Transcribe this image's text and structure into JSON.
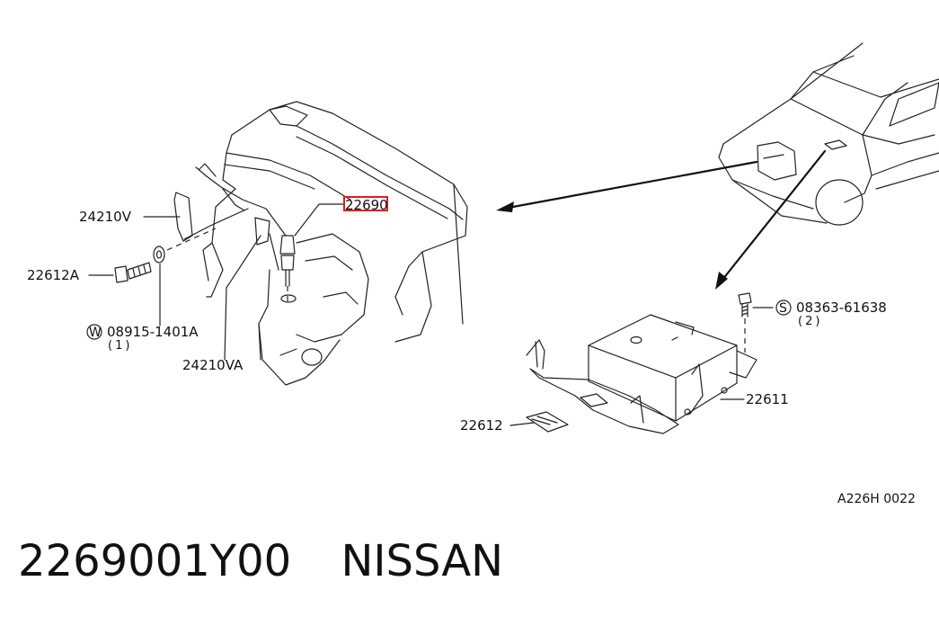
{
  "diagram": {
    "callouts": {
      "part_22690": "22690",
      "part_24210V": "24210V",
      "part_22612A": "22612A",
      "washer_symbol": "W",
      "washer_number": "08915-1401A",
      "washer_qty": "(1)",
      "part_24210VA": "24210VA",
      "screw_symbol": "S",
      "screw_number": "08363-61638",
      "screw_qty": "(2)",
      "part_22611": "22611",
      "part_22612": "22612"
    },
    "reference_code": "A226H 0022",
    "highlight_color": "#e11b22"
  },
  "footer": {
    "part_number": "2269001Y00",
    "brand": "NISSAN"
  }
}
